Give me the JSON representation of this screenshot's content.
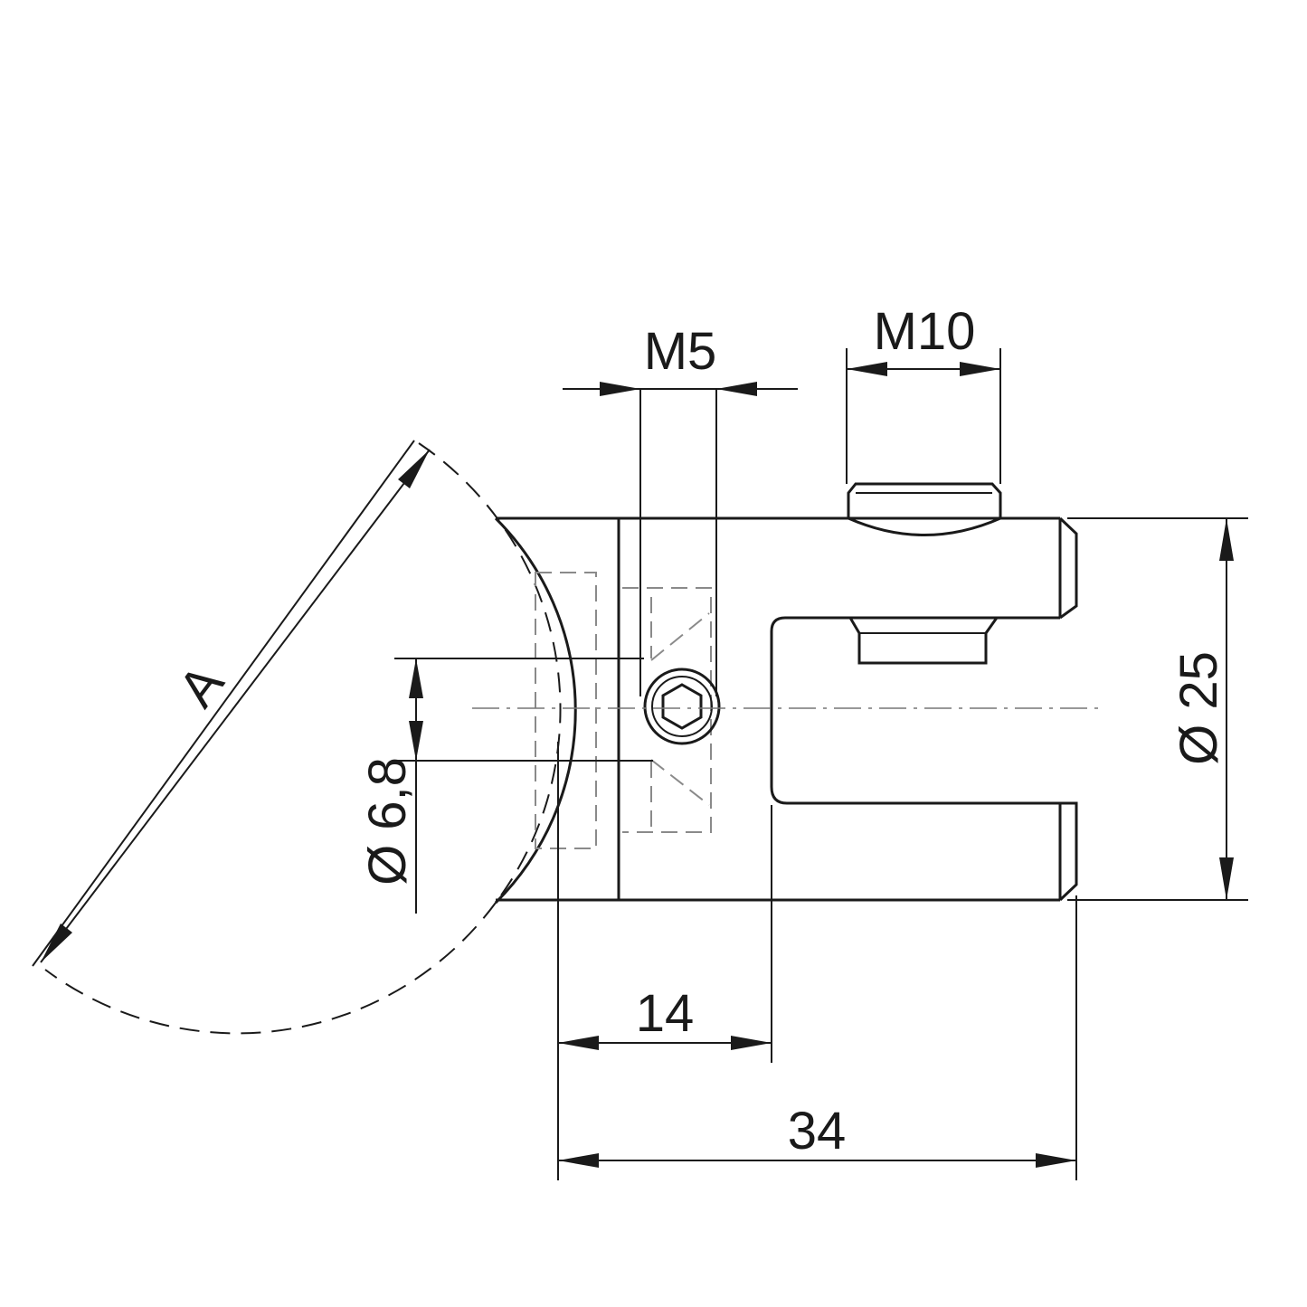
{
  "dimensions": {
    "m5": "M5",
    "m10": "M10",
    "dia25": "Ø 25",
    "dia68": "Ø 6,8",
    "len14": "14",
    "len34": "34",
    "a": "A"
  },
  "colors": {
    "line": "#1a1a1a",
    "hidden": "#8a8a8a"
  }
}
